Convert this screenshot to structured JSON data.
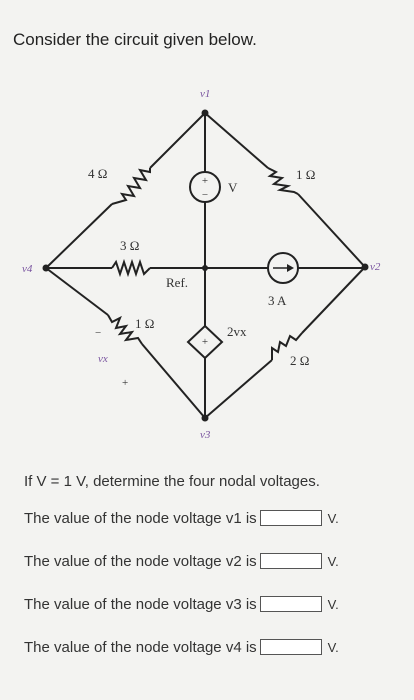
{
  "title": "Consider the circuit given below.",
  "circuit": {
    "nodes": {
      "v1": "v1",
      "v2": "v2",
      "v3": "v3",
      "v4": "v4",
      "ref": "Ref."
    },
    "resistors": {
      "r_top_left": "4 Ω",
      "r_mid_left": "3 Ω",
      "r_bottom_left": "1 Ω",
      "r_top_right": "1 Ω",
      "r_bottom_right": "2 Ω"
    },
    "sources": {
      "voltage_source": "V",
      "current_source": "3 A",
      "dependent_source": "2vx"
    },
    "polarity": {
      "plus": "+",
      "minus": "−",
      "vx_minus": "−",
      "vx_plus": "+",
      "vx_label": "vx"
    }
  },
  "question": {
    "intro": "If V = 1 V, determine the four nodal voltages.",
    "rows": [
      {
        "prefix": "The value of the node voltage ",
        "var": "v1",
        "suffix": " is",
        "unit": "V."
      },
      {
        "prefix": "The value of the node voltage ",
        "var": "v2",
        "suffix": " is",
        "unit": "V."
      },
      {
        "prefix": "The value of the node voltage ",
        "var": "v3",
        "suffix": " is",
        "unit": "V."
      },
      {
        "prefix": "The value of the node voltage ",
        "var": "v4",
        "suffix": " is",
        "unit": "V."
      }
    ]
  }
}
